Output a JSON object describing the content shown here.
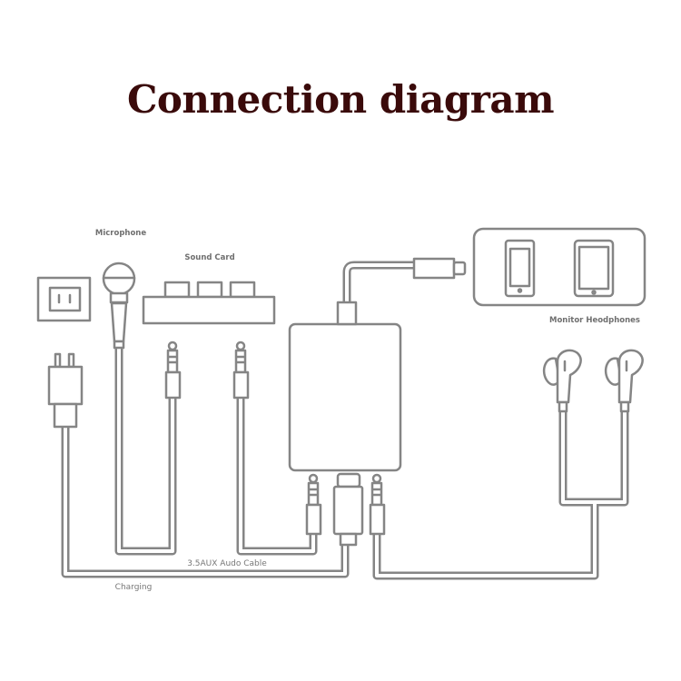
{
  "title": "Connection diagram",
  "labels": {
    "microphone": "Microphone",
    "sound_card": "Sound Card",
    "monitor_headphones": "Monitor Heodphones",
    "aux_cable": "3.5AUX Audo Cable",
    "charging": "Charging"
  },
  "colors": {
    "title": "#3a0a0a",
    "line": "#858585"
  }
}
